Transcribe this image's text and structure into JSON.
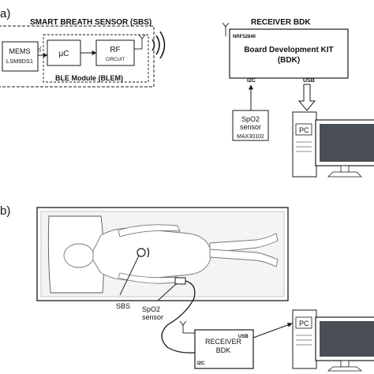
{
  "panel_a": {
    "tag": "a)",
    "sbs_title": "SMART BREATH SENSOR (SBS)",
    "mems": {
      "line1": "MEMS",
      "line2": "LSM9DS1"
    },
    "i2c_tag": "I2C",
    "mcu": "μC",
    "rf": {
      "line1": "RF",
      "line2": "CIRCUIT"
    },
    "ble_module": "BLE  Module (BLEM)",
    "receiver_title": "RECEIVER BDK",
    "nrf_chip": "NRF52840",
    "bdk": {
      "line1": "Board Development KIT",
      "line2": "(BDK)"
    },
    "i2c_port": "I2C",
    "usb_port": "USB",
    "spo2": {
      "line1": "SpO2",
      "line2": "sensor",
      "line3": "MAX30102"
    },
    "pc": "PC"
  },
  "panel_b": {
    "tag": "b)",
    "sbs_label": "SBS",
    "spo2": {
      "line1": "SpO2",
      "line2": "sensor"
    },
    "receiver": {
      "line1": "RECEIVER",
      "line2": "BDK"
    },
    "i2c_port": "I2C",
    "usb_port": "USB",
    "pc": "PC"
  },
  "colors": {
    "line": "#1a1a1a",
    "bed": "#cfcfcf",
    "monitor_screen": "#4a4f55",
    "body_outline": "#777777"
  }
}
